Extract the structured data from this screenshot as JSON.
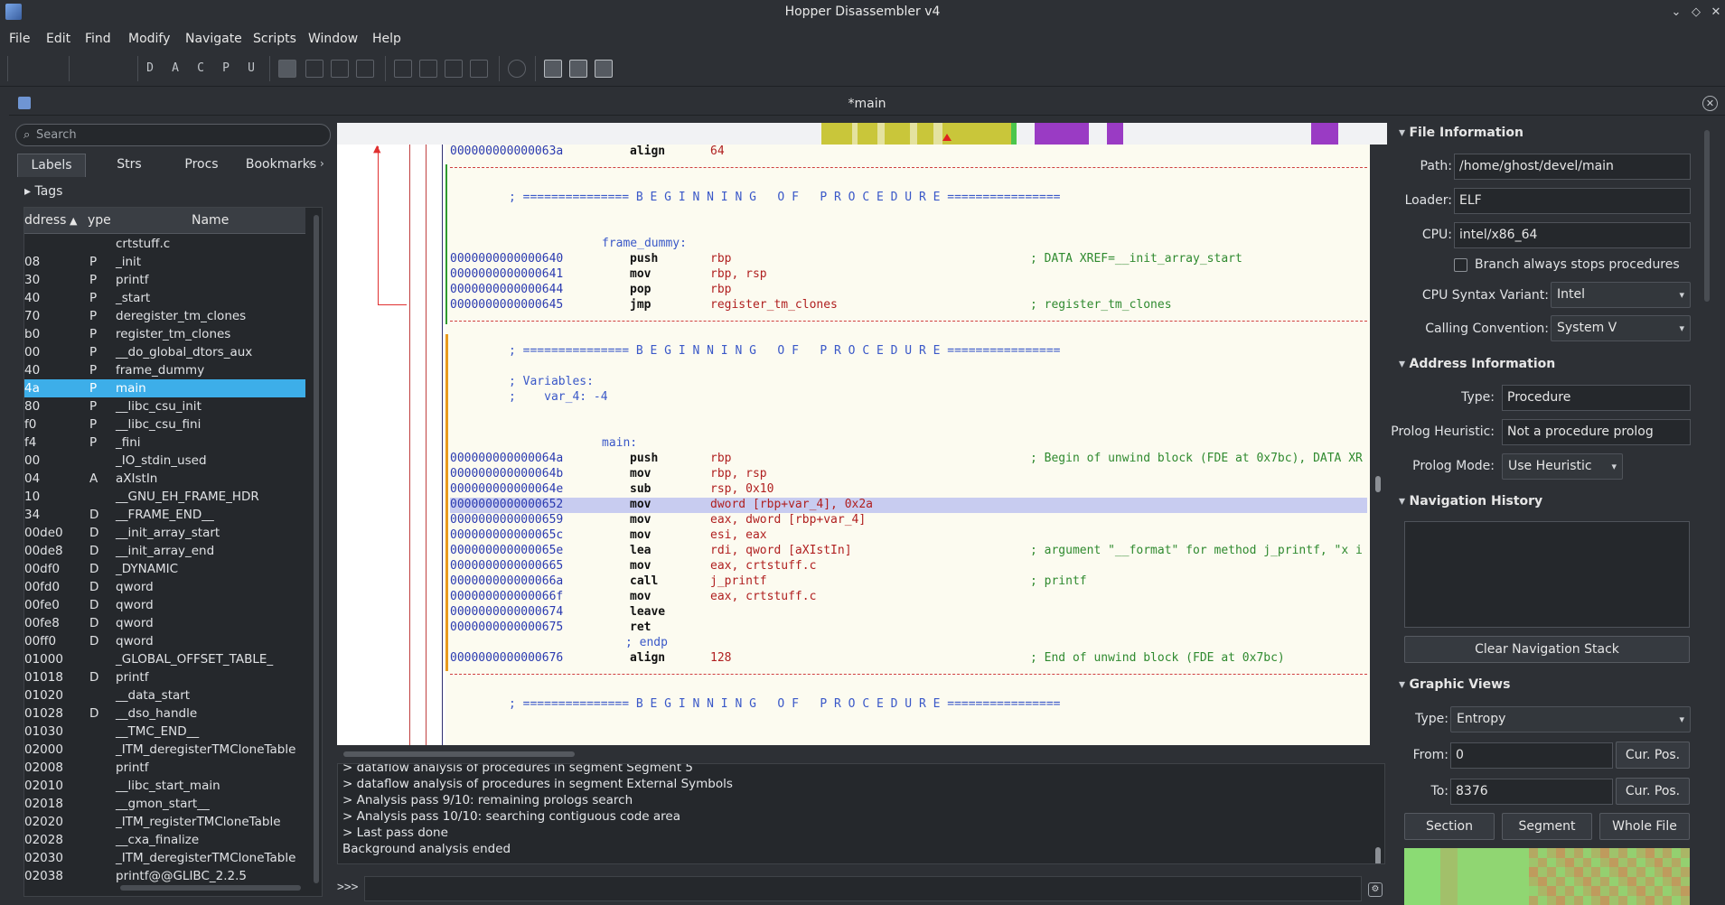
{
  "window": {
    "title": "Hopper Disassembler v4"
  },
  "menu": [
    "File",
    "Edit",
    "Find",
    "Modify",
    "Navigate",
    "Scripts",
    "Window",
    "Help"
  ],
  "toolbar": {
    "letters": [
      "D",
      "A",
      "C",
      "P",
      "U"
    ]
  },
  "document": {
    "title": "*main"
  },
  "left": {
    "search_placeholder": "Search",
    "tabs": [
      "Labels",
      "Strs",
      "Procs",
      "Bookmarks"
    ],
    "tags_label": "Tags",
    "columns": {
      "address": "ddress",
      "type": "ype",
      "name": "Name"
    },
    "rows": [
      {
        "a": "",
        "t": "",
        "n": "crtstuff.c"
      },
      {
        "a": "08",
        "t": "P",
        "n": "_init"
      },
      {
        "a": "30",
        "t": "P",
        "n": "printf"
      },
      {
        "a": "40",
        "t": "P",
        "n": "_start"
      },
      {
        "a": "70",
        "t": "P",
        "n": "deregister_tm_clones"
      },
      {
        "a": "b0",
        "t": "P",
        "n": "register_tm_clones"
      },
      {
        "a": "00",
        "t": "P",
        "n": "__do_global_dtors_aux"
      },
      {
        "a": "40",
        "t": "P",
        "n": "frame_dummy"
      },
      {
        "a": "4a",
        "t": "P",
        "n": "main"
      },
      {
        "a": "80",
        "t": "P",
        "n": "__libc_csu_init"
      },
      {
        "a": "f0",
        "t": "P",
        "n": "__libc_csu_fini"
      },
      {
        "a": "f4",
        "t": "P",
        "n": "_fini"
      },
      {
        "a": "00",
        "t": "",
        "n": "_IO_stdin_used"
      },
      {
        "a": "04",
        "t": "A",
        "n": "aXIstIn"
      },
      {
        "a": "10",
        "t": "",
        "n": "__GNU_EH_FRAME_HDR"
      },
      {
        "a": "34",
        "t": "D",
        "n": "__FRAME_END__"
      },
      {
        "a": "00de0",
        "t": "D",
        "n": "__init_array_start"
      },
      {
        "a": "00de8",
        "t": "D",
        "n": "__init_array_end"
      },
      {
        "a": "00df0",
        "t": "D",
        "n": "_DYNAMIC"
      },
      {
        "a": "00fd0",
        "t": "D",
        "n": "qword"
      },
      {
        "a": "00fe0",
        "t": "D",
        "n": "qword"
      },
      {
        "a": "00fe8",
        "t": "D",
        "n": "qword"
      },
      {
        "a": "00ff0",
        "t": "D",
        "n": "qword"
      },
      {
        "a": "01000",
        "t": "",
        "n": "_GLOBAL_OFFSET_TABLE_"
      },
      {
        "a": "01018",
        "t": "D",
        "n": "printf"
      },
      {
        "a": "01020",
        "t": "",
        "n": "__data_start"
      },
      {
        "a": "01028",
        "t": "D",
        "n": "__dso_handle"
      },
      {
        "a": "01030",
        "t": "",
        "n": "__TMC_END__"
      },
      {
        "a": "02000",
        "t": "",
        "n": "_ITM_deregisterTMCloneTable"
      },
      {
        "a": "02008",
        "t": "",
        "n": "printf"
      },
      {
        "a": "02010",
        "t": "",
        "n": "__libc_start_main"
      },
      {
        "a": "02018",
        "t": "",
        "n": "__gmon_start__"
      },
      {
        "a": "02020",
        "t": "",
        "n": "_ITM_registerTMCloneTable"
      },
      {
        "a": "02028",
        "t": "",
        "n": "__cxa_finalize"
      },
      {
        "a": "02030",
        "t": "",
        "n": "_ITM_deregisterTMCloneTable"
      },
      {
        "a": "02038",
        "t": "",
        "n": "printf@@GLIBC_2.2.5"
      }
    ],
    "selected_index": 8
  },
  "code": {
    "lines": [
      {
        "kind": "ins",
        "addr": "000000000000063a",
        "mn": "align",
        "op": "64",
        "cm": ""
      },
      {
        "kind": "dash"
      },
      {
        "kind": "blank"
      },
      {
        "kind": "banner",
        "text": "; =============== B E G I N N I N G   O F   P R O C E D U R E ================"
      },
      {
        "kind": "blank"
      },
      {
        "kind": "blank"
      },
      {
        "kind": "label",
        "text": "frame_dummy:"
      },
      {
        "kind": "ins",
        "addr": "0000000000000640",
        "mn": "push",
        "op": "rbp",
        "cm": "; DATA XREF=__init_array_start"
      },
      {
        "kind": "ins",
        "addr": "0000000000000641",
        "mn": "mov",
        "op": "rbp, rsp",
        "cm": ""
      },
      {
        "kind": "ins",
        "addr": "0000000000000644",
        "mn": "pop",
        "op": "rbp",
        "cm": ""
      },
      {
        "kind": "ins",
        "addr": "0000000000000645",
        "mn": "jmp",
        "op": "register_tm_clones",
        "cm": "; register_tm_clones"
      },
      {
        "kind": "dash"
      },
      {
        "kind": "blank"
      },
      {
        "kind": "banner",
        "text": "; =============== B E G I N N I N G   O F   P R O C E D U R E ================"
      },
      {
        "kind": "blank"
      },
      {
        "kind": "banner",
        "text": "; Variables:"
      },
      {
        "kind": "banner",
        "text": ";    var_4: -4"
      },
      {
        "kind": "blank"
      },
      {
        "kind": "blank"
      },
      {
        "kind": "label",
        "text": "main:"
      },
      {
        "kind": "ins",
        "addr": "000000000000064a",
        "mn": "push",
        "op": "rbp",
        "cm": "; Begin of unwind block (FDE at 0x7bc), DATA XR"
      },
      {
        "kind": "ins",
        "addr": "000000000000064b",
        "mn": "mov",
        "op": "rbp, rsp",
        "cm": ""
      },
      {
        "kind": "ins",
        "addr": "000000000000064e",
        "mn": "sub",
        "op": "rsp, 0x10",
        "cm": ""
      },
      {
        "kind": "ins",
        "addr": "0000000000000652",
        "mn": "mov",
        "op": "dword [rbp+var_4], 0x2a",
        "cm": "",
        "hl": true
      },
      {
        "kind": "ins",
        "addr": "0000000000000659",
        "mn": "mov",
        "op": "eax, dword [rbp+var_4]",
        "cm": ""
      },
      {
        "kind": "ins",
        "addr": "000000000000065c",
        "mn": "mov",
        "op": "esi, eax",
        "cm": ""
      },
      {
        "kind": "ins",
        "addr": "000000000000065e",
        "mn": "lea",
        "op": "rdi, qword [aXIstIn]",
        "cm": "; argument \"__format\" for method j_printf, \"x i"
      },
      {
        "kind": "ins",
        "addr": "0000000000000665",
        "mn": "mov",
        "op": "eax, crtstuff.c",
        "cm": ""
      },
      {
        "kind": "ins",
        "addr": "000000000000066a",
        "mn": "call",
        "op": "j_printf",
        "cm": "; printf"
      },
      {
        "kind": "ins",
        "addr": "000000000000066f",
        "mn": "mov",
        "op": "eax, crtstuff.c",
        "cm": ""
      },
      {
        "kind": "ins",
        "addr": "0000000000000674",
        "mn": "leave",
        "op": "",
        "cm": ""
      },
      {
        "kind": "ins",
        "addr": "0000000000000675",
        "mn": "ret",
        "op": "",
        "cm": ""
      },
      {
        "kind": "endp",
        "text": "; endp"
      },
      {
        "kind": "ins",
        "addr": "0000000000000676",
        "mn": "align",
        "op": "128",
        "cm": "; End of unwind block (FDE at 0x7bc)"
      },
      {
        "kind": "dash"
      },
      {
        "kind": "blank"
      },
      {
        "kind": "banner",
        "text": "; =============== B E G I N N I N G   O F   P R O C E D U R E ================"
      }
    ]
  },
  "console": {
    "lines": [
      "> dataflow analysis of procedures in segment Segment 5",
      "> dataflow analysis of procedures in segment External Symbols",
      "> Analysis pass 9/10: remaining prologs search",
      "> Analysis pass 10/10: searching contiguous code area",
      "> Last pass done",
      "Background analysis ended"
    ],
    "prompt": ">>>"
  },
  "right": {
    "file_info": {
      "title": "File Information",
      "path_label": "Path:",
      "path": "/home/ghost/devel/main",
      "loader_label": "Loader:",
      "loader": "ELF",
      "cpu_label": "CPU:",
      "cpu": "intel/x86_64",
      "branch_label": "Branch always stops procedures",
      "syntax_label": "CPU Syntax Variant:",
      "syntax": "Intel",
      "conv_label": "Calling Convention:",
      "conv": "System V"
    },
    "addr_info": {
      "title": "Address Information",
      "type_label": "Type:",
      "type": "Procedure",
      "prolog_label": "Prolog Heuristic:",
      "prolog": "Not a procedure prolog",
      "mode_label": "Prolog Mode:",
      "mode": "Use Heuristic"
    },
    "nav": {
      "title": "Navigation History",
      "clear_label": "Clear Navigation Stack"
    },
    "graphic": {
      "title": "Graphic Views",
      "type_label": "Type:",
      "type": "Entropy",
      "from_label": "From:",
      "from": "0",
      "to_label": "To:",
      "to": "8376",
      "curpos_label": "Cur. Pos.",
      "section_label": "Section",
      "segment_label": "Segment",
      "whole_label": "Whole File"
    }
  }
}
